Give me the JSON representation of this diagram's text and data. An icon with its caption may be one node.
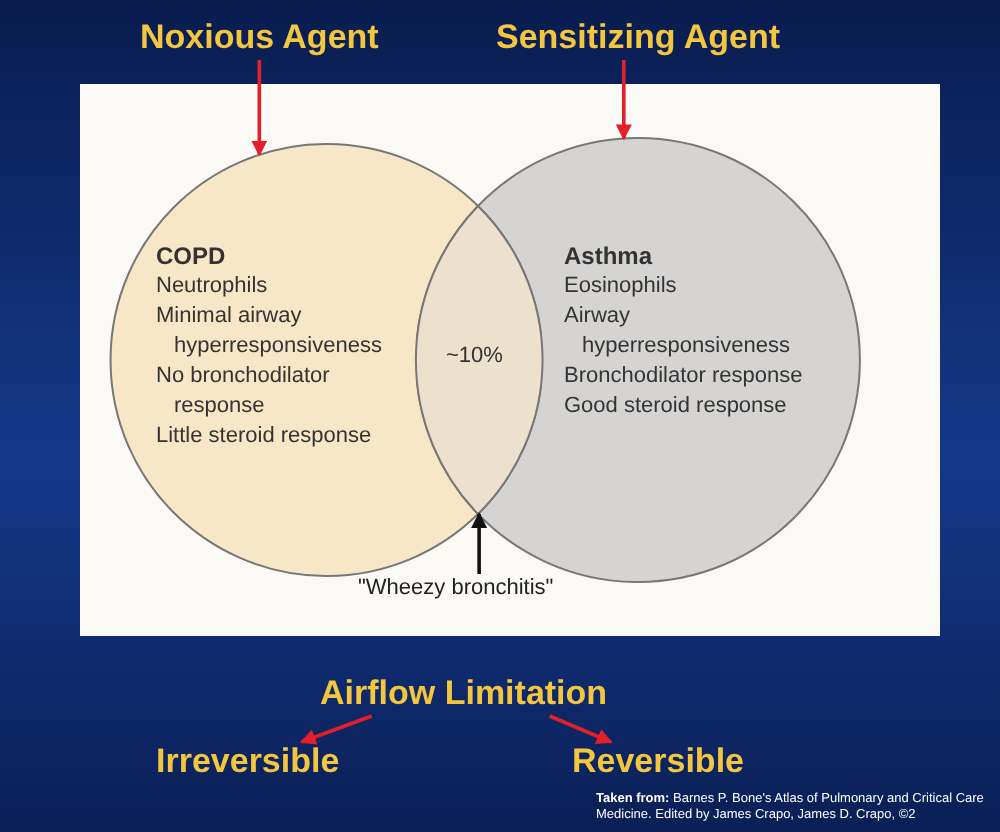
{
  "diagram": {
    "nodes": [
      {
        "text": [
          "Noxious Agent"
        ]
      },
      {
        "text": [
          "Sensitizing Agent"
        ]
      },
      {
        "text": [
          "COPD",
          "Neutrophils",
          "Minimal airway hyperresponsiveness",
          "No bronchodilator response",
          "Little steroid response"
        ]
      },
      {
        "text": [
          "Asthma",
          "Eosinophils",
          "Airway hyperresponsiveness",
          "Bronchodilator response",
          "Good steroid response"
        ]
      },
      {
        "text": [
          "~10%"
        ]
      },
      {
        "text": [
          "\"Wheezy bronchitis\""
        ]
      },
      {
        "text": [
          "Airflow Limitation"
        ]
      },
      {
        "text": [
          "Irreversible"
        ]
      },
      {
        "text": [
          "Reversible"
        ]
      }
    ],
    "edges": [
      {
        "from": 0,
        "to": 2,
        "arrow": "to"
      },
      {
        "from": 1,
        "to": 3,
        "arrow": "to"
      },
      {
        "from": 5,
        "to": 4,
        "arrow": "to",
        "color": "#111111"
      },
      {
        "from": 6,
        "to": 7,
        "arrow": "to"
      },
      {
        "from": 6,
        "to": 8,
        "arrow": "to"
      }
    ],
    "labels": [
      "**Taken from:** Barnes P. Bone's Atlas of Pulmonary and Critical Care Medicine. Edited by James Crapo, James D. Crapo, ©2"
    ]
  }
}
